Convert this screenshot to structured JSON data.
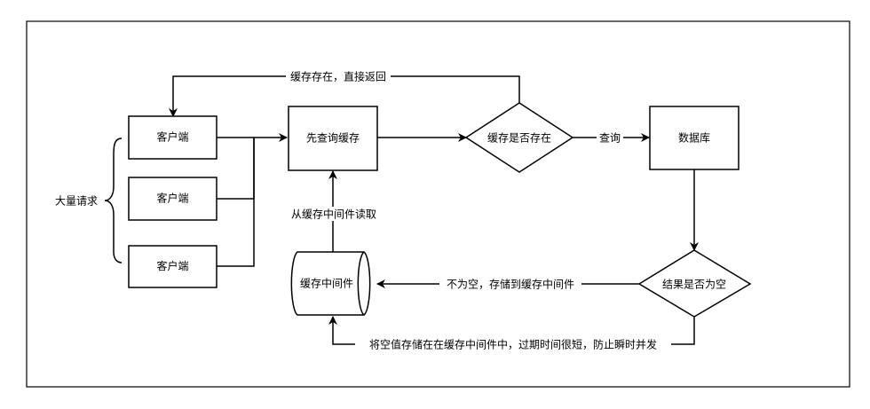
{
  "nodes": {
    "client_1": "客户端",
    "client_2": "客户端",
    "client_3": "客户端",
    "query_cache": "先查询缓存",
    "cache_exists": "缓存是否存在",
    "database": "数据库",
    "result_empty": "结果是否为空",
    "cache_middleware": "缓存中间件"
  },
  "labels": {
    "mass_requests": "大量请求",
    "cache_hit_return": "缓存存在，直接返回",
    "query": "查询",
    "read_from_cache": "从缓存中间件读取",
    "not_empty_store": "不为空，存储到缓存中间件",
    "store_null_value": "将空值存储在在缓存中间件中，过期时间很短，防止瞬时并发"
  }
}
